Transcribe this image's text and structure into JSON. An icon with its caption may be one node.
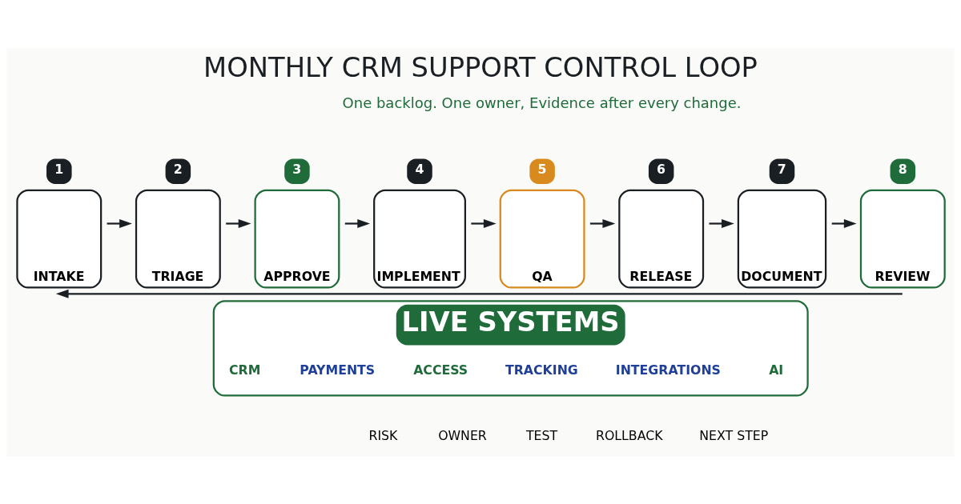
{
  "diagram": {
    "title": "MONTHLY CRM SUPPORT CONTROL LOOP",
    "nodes": [
      {
        "text": [
          "INTAKE"
        ],
        "beside": [
          "1"
        ]
      },
      {
        "text": [
          "TRIAGE"
        ],
        "beside": [
          "2"
        ]
      },
      {
        "text": [
          "APPROVE"
        ],
        "beside": [
          "3"
        ]
      },
      {
        "text": [
          "IMPLEMENT"
        ],
        "beside": [
          "4"
        ]
      },
      {
        "text": [
          "QA"
        ],
        "beside": [
          "5"
        ]
      },
      {
        "text": [
          "RELEASE"
        ],
        "beside": [
          "6"
        ]
      },
      {
        "text": [
          "DOCUMENT"
        ],
        "beside": [
          "7"
        ]
      },
      {
        "text": [
          "REVIEW"
        ],
        "beside": [
          "8"
        ]
      },
      {
        "text": [
          "LIVE SYSTEMS"
        ]
      },
      {
        "text": [
          "CRM"
        ],
        "in": 8
      },
      {
        "text": [
          "PAYMENTS"
        ],
        "in": 8
      },
      {
        "text": [
          "ACCESS"
        ],
        "in": 8
      },
      {
        "text": [
          "TRACKING"
        ],
        "in": 8
      },
      {
        "text": [
          "INTEGRATIONS"
        ],
        "in": 8
      },
      {
        "text": [
          "AI"
        ],
        "in": 8
      }
    ],
    "edges": [
      {
        "from": 0,
        "to": 1,
        "arrow": "to"
      },
      {
        "from": 1,
        "to": 2,
        "arrow": "to"
      },
      {
        "from": 2,
        "to": 3,
        "arrow": "to"
      },
      {
        "from": 3,
        "to": 4,
        "arrow": "to"
      },
      {
        "from": 4,
        "to": 5,
        "arrow": "to"
      },
      {
        "from": 5,
        "to": 6,
        "arrow": "to"
      },
      {
        "from": 6,
        "to": 7,
        "arrow": "to"
      },
      {
        "from": 7,
        "to": 0,
        "arrow": "to"
      }
    ],
    "labels": [
      "One backlog. One owner, Evidence after every change."
    ],
    "legend": [
      {
        "text": "RISK"
      },
      {
        "text": "OWNER"
      },
      {
        "text": "TEST"
      },
      {
        "text": "ROLLBACK"
      },
      {
        "text": "NEXT STEP"
      }
    ]
  }
}
